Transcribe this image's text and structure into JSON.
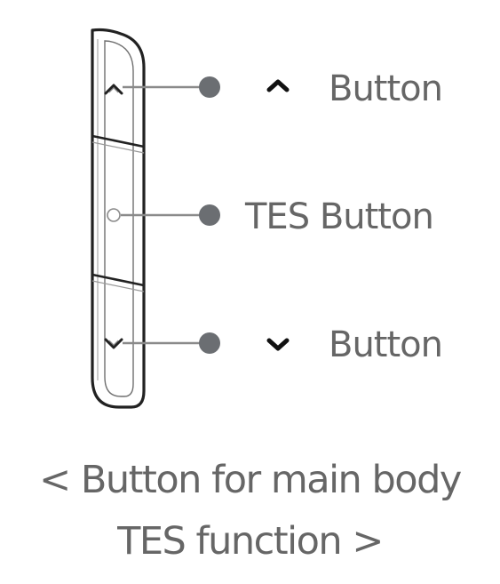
{
  "diagram": {
    "labels": {
      "up_button": "Button",
      "tes_button": "TES Button",
      "down_button": "Button"
    },
    "caption": {
      "line1": "< Button for main body",
      "line2": "TES function >"
    },
    "icons": {
      "up_arrow": "chevron-up-icon",
      "down_arrow": "chevron-down-icon",
      "tes_center": "circle-icon"
    },
    "colors": {
      "outline": "#222222",
      "leader": "#8a8a8a",
      "dot": "#6b6e72",
      "text": "#666666",
      "arrow": "#111111"
    }
  }
}
